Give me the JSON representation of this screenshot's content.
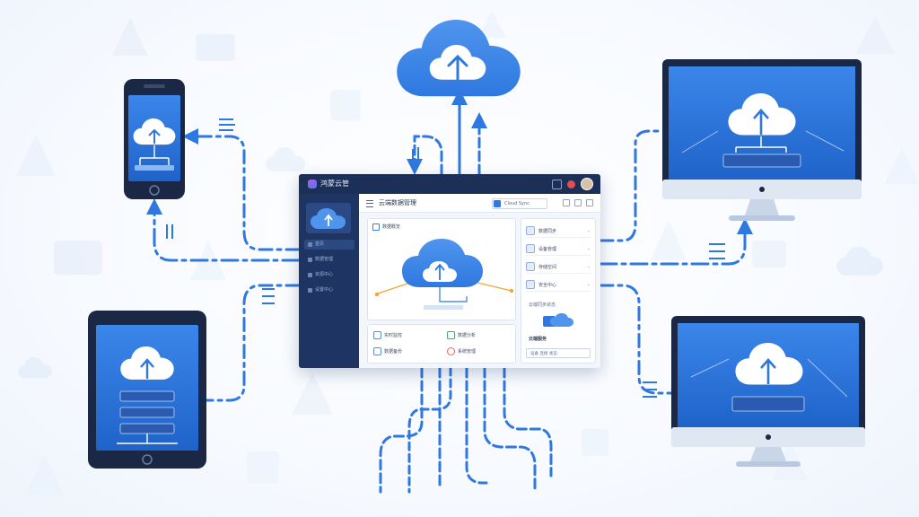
{
  "dashboard": {
    "brand": "鸿蒙云管",
    "title": "云端数据管理",
    "search_chip": "Cloud Sync",
    "sidebar_items": [
      "首页",
      "数据管理",
      "资源中心",
      "设置中心"
    ],
    "main_panel_title": "数据概览",
    "right_panel_items": [
      "数据同步",
      "设备管理",
      "存储空间",
      "安全中心"
    ],
    "right_panel_caption": "云端同步状态",
    "right_panel_footer_title": "云端服务",
    "right_panel_footer_chip": "设备 连接 状态",
    "bottom_cards": [
      "实时监控",
      "数据分析",
      "数据备份",
      "系统管理"
    ]
  },
  "devices": [
    "smartphone",
    "tablet",
    "desktop-monitor-top",
    "desktop-monitor-bottom"
  ],
  "icons": [
    "cloud-upload-icon",
    "monitor-icon",
    "phone-icon",
    "tablet-icon",
    "arrow-icon"
  ],
  "colors": {
    "primary": "#2f78e0",
    "cloud": "#3f86e6",
    "sidebar": "#1e3563",
    "topbar": "#1c2f57",
    "accent_orange": "#f0a53a"
  }
}
